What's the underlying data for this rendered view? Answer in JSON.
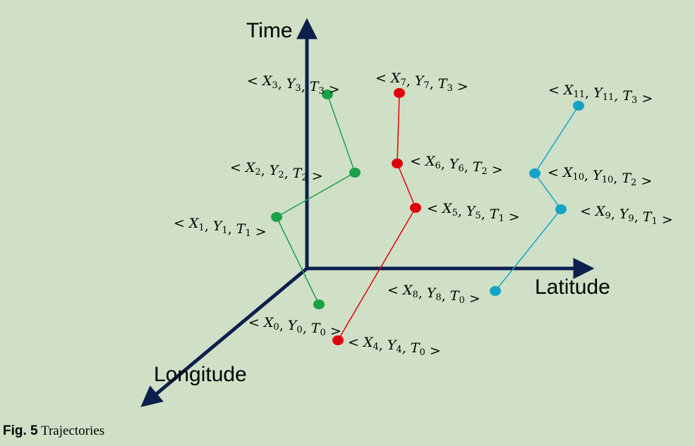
{
  "axes": {
    "time": "Time",
    "latitude": "Latitude",
    "longitude": "Longitude"
  },
  "colors": {
    "background": "#cfe0c6",
    "axis": "#0d1f4d",
    "trajectory_green": "#19a049",
    "trajectory_red": "#e0000d",
    "trajectory_blue": "#14a3c8"
  },
  "trajectories": [
    {
      "color": "#19a049",
      "points": [
        {
          "X": "X",
          "xs": "0",
          "Y": "Y",
          "ys": "0",
          "T": "T",
          "ts": "0"
        },
        {
          "X": "X",
          "xs": "1",
          "Y": "Y",
          "ys": "1",
          "T": "T",
          "ts": "1"
        },
        {
          "X": "X",
          "xs": "2",
          "Y": "Y",
          "ys": "2",
          "T": "T",
          "ts": "2"
        },
        {
          "X": "X",
          "xs": "3",
          "Y": "Y",
          "ys": "3",
          "T": "T",
          "ts": "3"
        }
      ]
    },
    {
      "color": "#e0000d",
      "points": [
        {
          "X": "X",
          "xs": "4",
          "Y": "Y",
          "ys": "4",
          "T": "T",
          "ts": "0"
        },
        {
          "X": "X",
          "xs": "5",
          "Y": "Y",
          "ys": "5",
          "T": "T",
          "ts": "1"
        },
        {
          "X": "X",
          "xs": "6",
          "Y": "Y",
          "ys": "6",
          "T": "T",
          "ts": "2"
        },
        {
          "X": "X",
          "xs": "7",
          "Y": "Y",
          "ys": "7",
          "T": "T",
          "ts": "3"
        }
      ]
    },
    {
      "color": "#14a3c8",
      "points": [
        {
          "X": "X",
          "xs": "8",
          "Y": "Y",
          "ys": "8",
          "T": "T",
          "ts": "0"
        },
        {
          "X": "X",
          "xs": "9",
          "Y": "Y",
          "ys": "9",
          "T": "T",
          "ts": "1"
        },
        {
          "X": "X",
          "xs": "10",
          "Y": "Y",
          "ys": "10",
          "T": "T",
          "ts": "2"
        },
        {
          "X": "X",
          "xs": "11",
          "Y": "Y",
          "ys": "11",
          "T": "T",
          "ts": "3"
        }
      ]
    }
  ],
  "caption": {
    "figure": "Fig. 5",
    "text": "Trajectories"
  }
}
